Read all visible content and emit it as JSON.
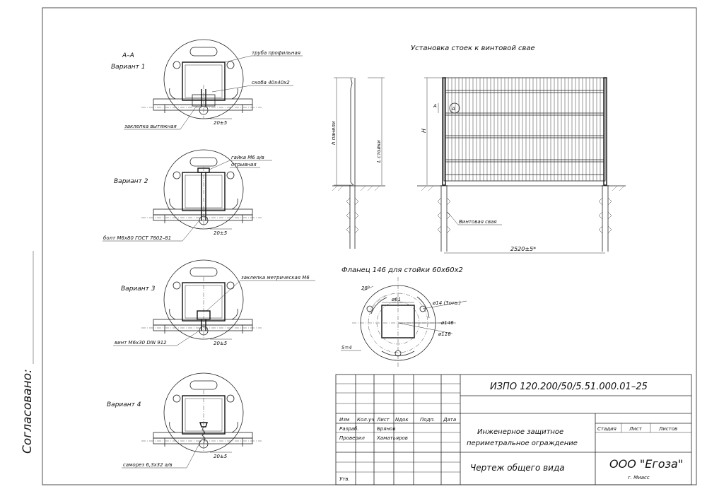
{
  "side_label": "Согласовано:",
  "section_label": "А–А",
  "variants": [
    {
      "label": "Вариант 1",
      "callouts": [
        "труба профильная",
        "скоба 40х40х2",
        "заклепка вытяжная"
      ],
      "dim": "20±5"
    },
    {
      "label": "Вариант 2",
      "callouts": [
        "гайка М6 а/в",
        "отрывная",
        "болт М6х80 ГОСТ 7802–81"
      ],
      "dim": "20±5"
    },
    {
      "label": "Вариант 3",
      "callouts": [
        "заклепка метрическая М6",
        "винт М6х30 DIN 912"
      ],
      "dim": "20±5"
    },
    {
      "label": "Вариант 4",
      "callouts": [
        "саморез 6,3х32 а/в"
      ],
      "dim": "20±5"
    }
  ],
  "install": {
    "title": "Установка стоек к винтовой свае",
    "h_panel": "h панели",
    "l_post": "L стойки",
    "H": "H",
    "A": "А",
    "pile": "Винтовая свая",
    "span": "2520±5*"
  },
  "flange": {
    "title": "Фланец 146 для стойки 60х60х2",
    "angle": "28°",
    "d_inner": "ø61",
    "holes": "ø14 (3отв.)",
    "d_outer": "ø146",
    "d_bolt": "ø116",
    "thickness": "S=4"
  },
  "title_block": {
    "doc_code": "ИЗПО 120.200/50/5.51.000.01–25",
    "headers": [
      "Изм",
      "Кол.уч",
      "Лист",
      "Nдок",
      "Подп.",
      "Дата"
    ],
    "rows": [
      {
        "role": "Разраб.",
        "name": "Брянов"
      },
      {
        "role": "Проверил",
        "name": "Хаматьяров"
      }
    ],
    "approved": "Утв.",
    "name_line1": "Инженерное защитное",
    "name_line2": "периметральное ограждение",
    "drawing_type": "Чертеж общего вида",
    "stage_labels": [
      "Стадия",
      "Лист",
      "Листов"
    ],
    "company": "ООО \"Егоза\"",
    "city": "г. Миасс"
  }
}
